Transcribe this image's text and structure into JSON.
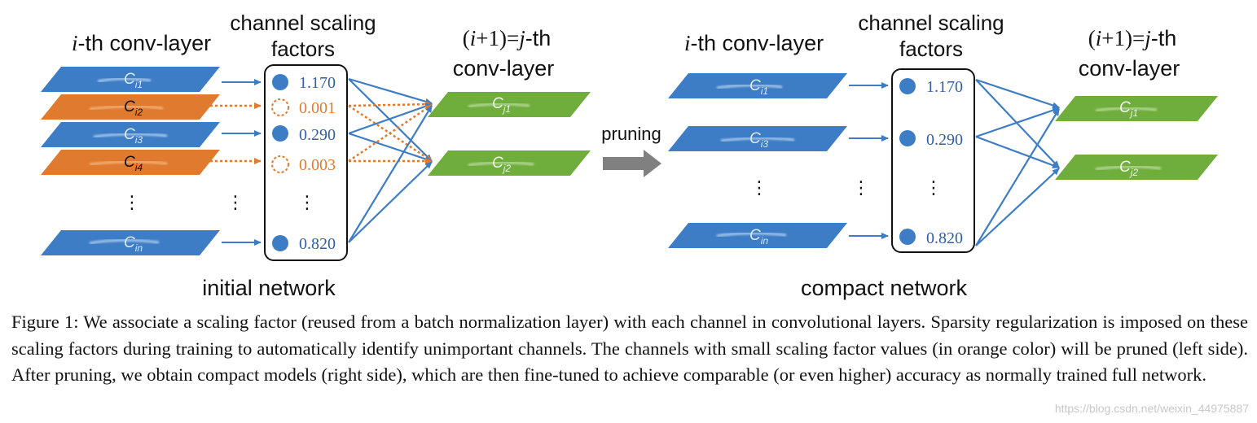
{
  "colors": {
    "blue": "#3d7dc6",
    "orange": "#e07a2e",
    "green": "#6fae3c",
    "arrow_gray": "#808080",
    "text": "#111111"
  },
  "left": {
    "layer_i_italic": "i",
    "layer_i_rest": "-th conv-layer",
    "factors_title_1": "channel scaling",
    "factors_title_2": "factors",
    "layer_j_paren_open": "(",
    "layer_j_i": "i",
    "layer_j_plus": "+1)=",
    "layer_j_j": "j",
    "layer_j_th": "-th",
    "layer_j_line2": "conv-layer",
    "channels": [
      {
        "label_base": "C",
        "label_sub": "i1",
        "status": "kept"
      },
      {
        "label_base": "C",
        "label_sub": "i2",
        "status": "pruned"
      },
      {
        "label_base": "C",
        "label_sub": "i3",
        "status": "kept"
      },
      {
        "label_base": "C",
        "label_sub": "i4",
        "status": "pruned"
      },
      {
        "label_base": "C",
        "label_sub": "in",
        "status": "kept"
      }
    ],
    "factors": [
      "1.170",
      "0.001",
      "0.290",
      "0.003",
      "0.820"
    ],
    "next_channels": [
      {
        "label_base": "C",
        "label_sub": "j1"
      },
      {
        "label_base": "C",
        "label_sub": "j2"
      }
    ],
    "ellipsis": "⋮",
    "network_label": "initial network"
  },
  "arrow_label": "pruning",
  "right": {
    "layer_i_italic": "i",
    "layer_i_rest": "-th conv-layer",
    "factors_title_1": "channel scaling",
    "factors_title_2": "factors",
    "layer_j_paren_open": "(",
    "layer_j_i": "i",
    "layer_j_plus": "+1)=",
    "layer_j_j": "j",
    "layer_j_th": "-th",
    "layer_j_line2": "conv-layer",
    "channels": [
      {
        "label_base": "C",
        "label_sub": "i1"
      },
      {
        "label_base": "C",
        "label_sub": "i3"
      },
      {
        "label_base": "C",
        "label_sub": "in"
      }
    ],
    "factors": [
      "1.170",
      "0.290",
      "0.820"
    ],
    "next_channels": [
      {
        "label_base": "C",
        "label_sub": "j1"
      },
      {
        "label_base": "C",
        "label_sub": "j2"
      }
    ],
    "ellipsis": "⋮",
    "network_label": "compact network"
  },
  "caption": "Figure 1: We associate a scaling factor (reused from a batch normalization layer) with each channel in convolutional layers. Sparsity regularization is imposed on these scaling factors during training to automatically identify unimportant channels. The channels with small scaling factor values (in orange color) will be pruned (left side). After pruning, we obtain compact models (right side), which are then fine-tuned to achieve comparable (or even higher) accuracy as normally trained full network.",
  "watermark": "https://blog.csdn.net/weixin_44975887"
}
